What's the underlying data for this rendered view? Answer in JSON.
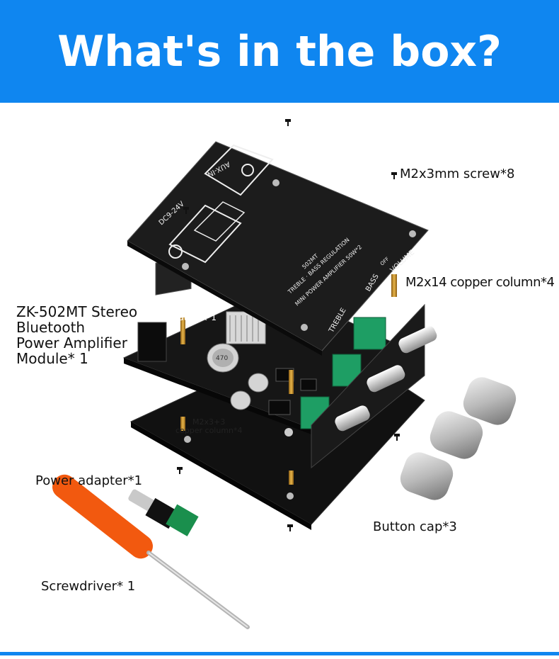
{
  "header": {
    "title": "What's in the box?"
  },
  "labels": {
    "screw": "M2x3mm screw*8",
    "copper_column_long": "M2x14 copper column*4",
    "module_line1": "ZK-502MT Stereo",
    "module_line2": "Bluetooth",
    "module_line3": "Power Amplifier",
    "module_line4": "Module* 1",
    "heat_sink": "Heat sink*1",
    "copper_column_short_line1": "M2x3+3",
    "copper_column_short_line2": "copper column*4",
    "power_adapter": "Power adapter*1",
    "button_cap": "Button cap*3",
    "screwdriver": "Screwdriver* 1"
  },
  "panel_print": {
    "aux_in": "AUX-IN",
    "dc": "DC9-24V",
    "model": "502MT",
    "line2": "TREBLE · BASS REGULATION",
    "line3": "MINI POWER AMPLIFIER 50W*2",
    "volume": "VOLUME",
    "off": "OFF",
    "bass": "BASS",
    "treble": "TREBLE"
  },
  "capacitor_text": "470",
  "colors": {
    "header_bg": "#0f86f0",
    "header_text": "#ffffff",
    "panel": "#1c1c1c",
    "pcb": "#141414",
    "knob_green": "#1e9e64",
    "copper": "#c9952e",
    "screwdriver_orange": "#f2590f"
  }
}
